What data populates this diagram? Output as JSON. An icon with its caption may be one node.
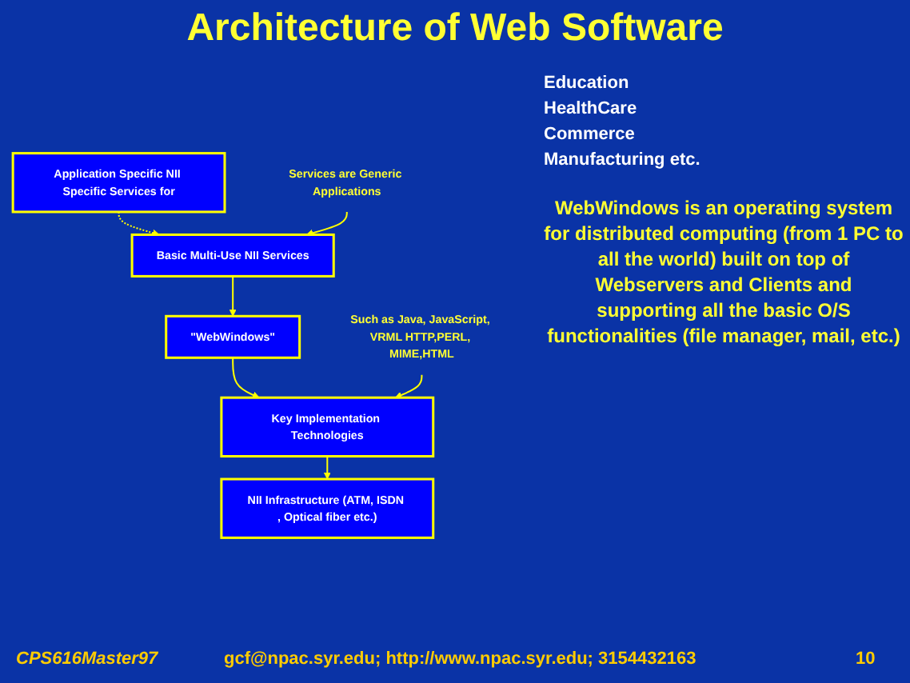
{
  "diagram": {
    "title": "Architecture of Web Software",
    "nodes": [
      {
        "text": [
          "Application Specific NII Specific Services for"
        ],
        "beside": [
          "Education",
          "HealthCare",
          "Commerce",
          "Manufacturing etc."
        ]
      },
      {
        "text": [
          "Basic Multi-Use NII Services"
        ]
      },
      {
        "text": [
          "\"WebWindows\""
        ]
      },
      {
        "text": [
          "Key Implementation Technologies"
        ]
      },
      {
        "text": [
          "NII Infrastructure (ATM, ISDN , Optical fiber etc.)"
        ]
      },
      {
        "text": [
          "Services are Generic Applications"
        ]
      },
      {
        "text": [
          "Such as Java, JavaScript, VRML HTTP,PERL, MIME,HTML"
        ]
      }
    ],
    "edges": [
      {
        "from": 0,
        "to": 1,
        "arrow": "to",
        "style": "dashed"
      },
      {
        "from": 1,
        "to": 2,
        "arrow": "to"
      },
      {
        "from": 2,
        "to": 3,
        "arrow": "to"
      },
      {
        "from": 3,
        "to": 4,
        "arrow": "to"
      },
      {
        "from": 5,
        "to": 1,
        "arrow": "to"
      },
      {
        "from": 6,
        "to": 3,
        "arrow": "to"
      }
    ],
    "labels": [
      "WebWindows is an operating system for distributed computing (from 1 PC to all the world) built on top of Webservers and Clients and supporting all the basic O/S functionalities (file manager, mail, etc.)",
      "CPS616Master97",
      "gcf@npac.syr.edu; http://www.npac.syr.edu; 3154432163",
      "10"
    ]
  }
}
